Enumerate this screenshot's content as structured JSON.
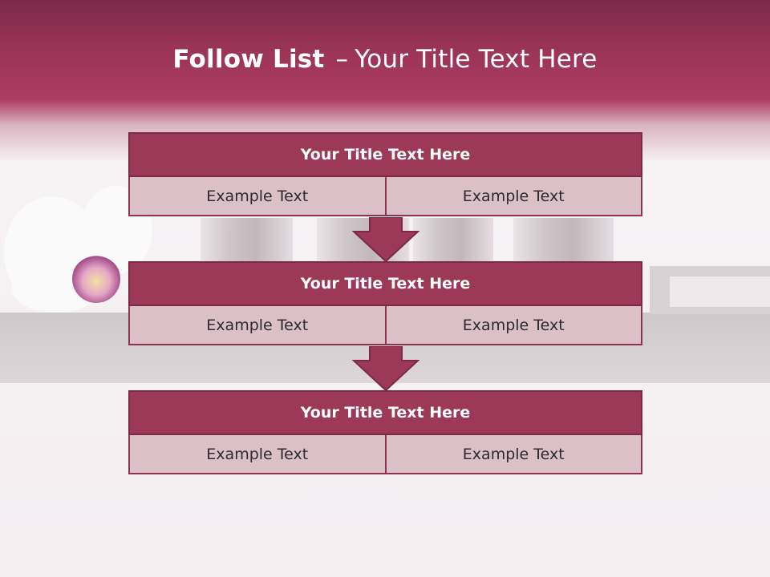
{
  "slide": {
    "title_bold": "Follow List",
    "title_dash": "–",
    "title_rest": "Your Title Text Here"
  },
  "colors": {
    "header_band": "#a83b60",
    "box_header": "#9c3858",
    "box_cell": "#dcc0c8",
    "border": "#7a2a45"
  },
  "flow": [
    {
      "title": "Your Title Text Here",
      "left": "Example Text",
      "right": "Example Text"
    },
    {
      "title": "Your Title Text Here",
      "left": "Example Text",
      "right": "Example Text"
    },
    {
      "title": "Your Title Text Here",
      "left": "Example Text",
      "right": "Example Text"
    }
  ],
  "connector_icon": "down-arrow-icon"
}
